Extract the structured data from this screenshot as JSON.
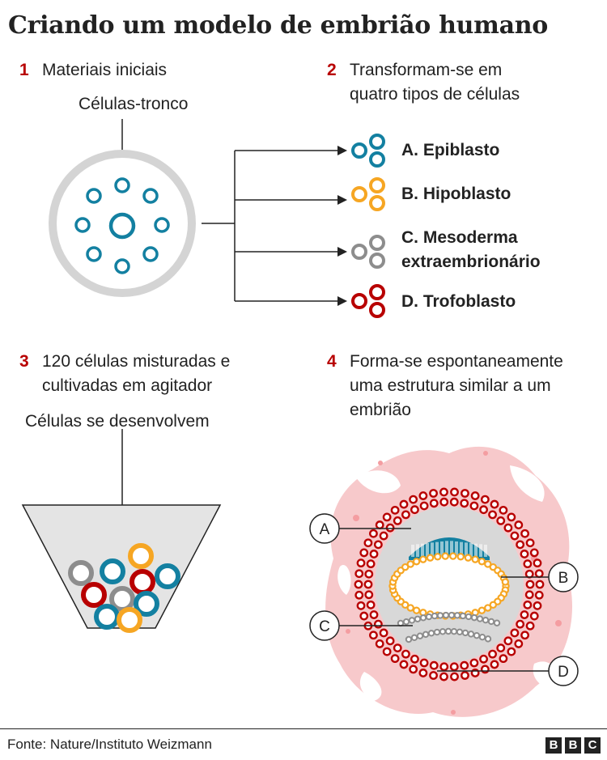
{
  "title": "Criando um modelo de embrião humano",
  "steps": [
    {
      "number": "1",
      "text": "Materiais iniciais"
    },
    {
      "number": "2",
      "text": "Transformam-se em\nquatro tipos de células"
    },
    {
      "number": "3",
      "text": "120 células misturadas e\ncultivadas em agitador"
    },
    {
      "number": "4",
      "text": "Forma-se espontaneamente\numa estrutura similar a um\nembrião"
    }
  ],
  "labels": {
    "stem_cells": "Células-tronco",
    "cells_develop": "Células se desenvolvem"
  },
  "cell_types": [
    {
      "label": "A. Epiblasto",
      "color": "#1380a1"
    },
    {
      "label": "B. Hipoblasto",
      "color": "#f6a623"
    },
    {
      "label": "C. Mesoderma\nextraembrionário",
      "color": "#8d8d8d"
    },
    {
      "label": "D. Trofoblasto",
      "color": "#b80000"
    }
  ],
  "callouts": [
    "A",
    "B",
    "C",
    "D"
  ],
  "colors": {
    "accent": "#b80000",
    "tissue": "#f7c9cb",
    "cavity": "#d8d8d8"
  },
  "source": "Fonte: Nature/Instituto Weizmann",
  "logo": [
    "B",
    "B",
    "C"
  ]
}
